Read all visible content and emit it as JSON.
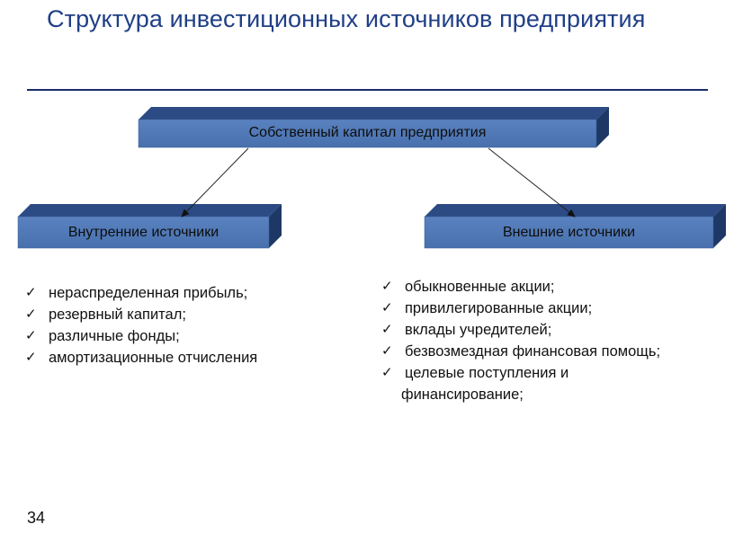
{
  "title": "Структура инвестиционных источников предприятия",
  "boxes": {
    "root": "Собственный капитал предприятия",
    "internal": "Внутренние источники",
    "external": "Внешние источники"
  },
  "internal_items": [
    "нераспределенная прибыль;",
    "резервный капитал;",
    "различные фонды;",
    "амортизационные отчисления"
  ],
  "external_items": [
    "обыкновенные акции;",
    "привилегированные акции;",
    "вклады учредителей;",
    "безвозмездная финансовая помощь;",
    "целевые поступления и"
  ],
  "external_item_continuation": "финансирование;",
  "check_glyph": "✓",
  "page_number": "34",
  "colors": {
    "box_front": "#4f76b3",
    "box_top": "#2c4a83",
    "box_side": "#1e3866",
    "title": "#1f3f86"
  }
}
